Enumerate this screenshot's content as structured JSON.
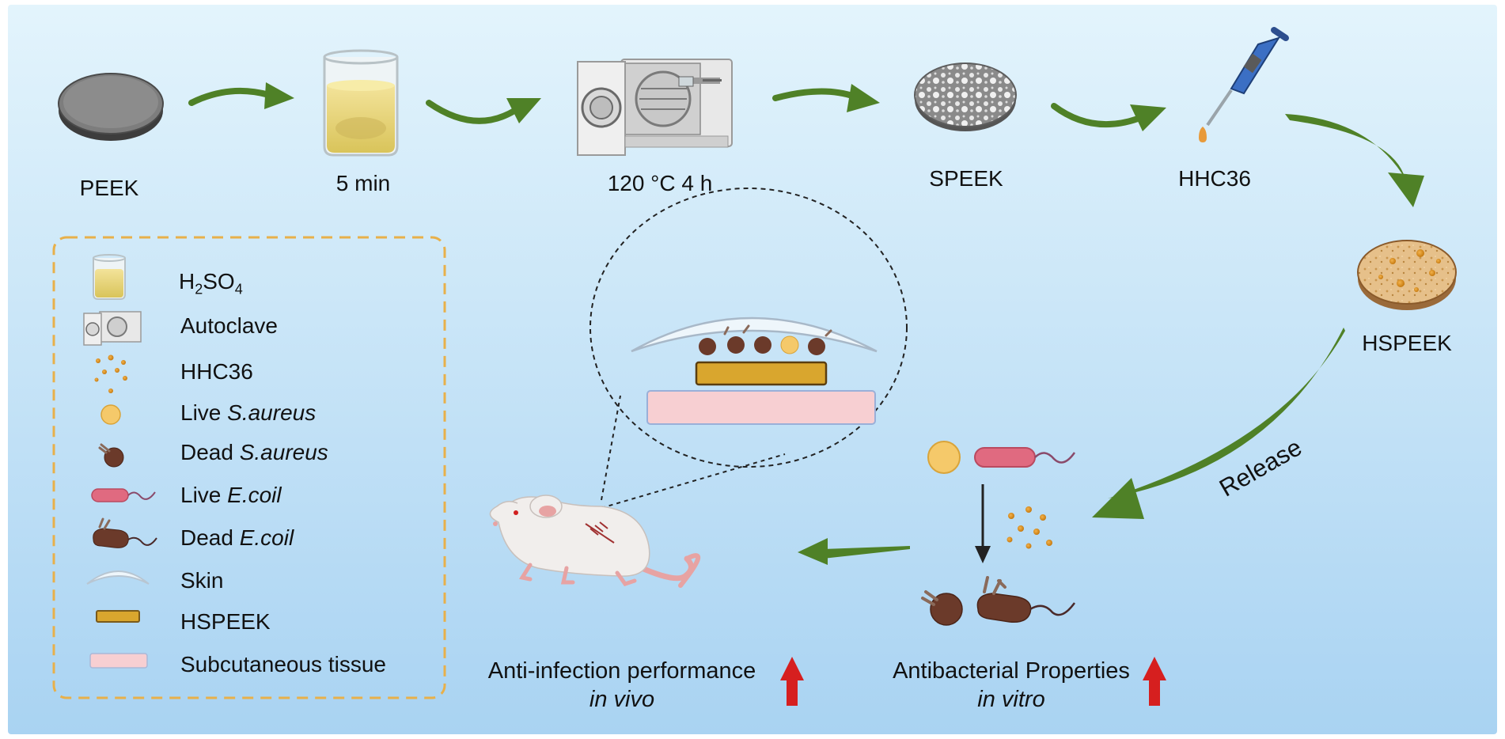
{
  "steps": {
    "peek": "PEEK",
    "time": "5 min",
    "autoclave": "120 °C  4 h",
    "speek": "SPEEK",
    "hhc36": "HHC36",
    "hspeek": "HSPEEK"
  },
  "release": "Release",
  "legend": [
    {
      "icon": "beaker-icon",
      "label": "H",
      "sub1": "2",
      "mid": "SO",
      "sub2": "4"
    },
    {
      "icon": "autoclave-icon",
      "label": "Autoclave"
    },
    {
      "icon": "hhc36-particles-icon",
      "label": "HHC36"
    },
    {
      "icon": "live-saureus-icon",
      "label": "Live ",
      "italic": "S.aureus"
    },
    {
      "icon": "dead-saureus-icon",
      "label": "Dead ",
      "italic": "S.aureus"
    },
    {
      "icon": "live-ecoli-icon",
      "label": "Live ",
      "italic": "E.coil"
    },
    {
      "icon": "dead-ecoli-icon",
      "label": "Dead ",
      "italic": "E.coil"
    },
    {
      "icon": "skin-icon",
      "label": "Skin"
    },
    {
      "icon": "hspeek-bar-icon",
      "label": "HSPEEK"
    },
    {
      "icon": "subcutaneous-tissue-icon",
      "label": "Subcutaneous tissue"
    }
  ],
  "outcomes": {
    "in_vivo": {
      "title": "Anti-infection performance",
      "subtitle": "in vivo"
    },
    "in_vitro": {
      "title": "Antibacterial Properties",
      "subtitle": "in vitro"
    }
  },
  "colors": {
    "background_top": "#e3f4fc",
    "background_bottom": "#a9d3f2",
    "flow_arrow": "#4f8127",
    "legend_border": "#e8b04a",
    "increase_arrow": "#d61f1f",
    "live_saureus": "#f5c96a",
    "dead_bacteria": "#6b3a2a",
    "live_ecoli": "#e06a80",
    "hspeek": "#d9a62e",
    "subcutaneous": "#f7cfd2"
  }
}
